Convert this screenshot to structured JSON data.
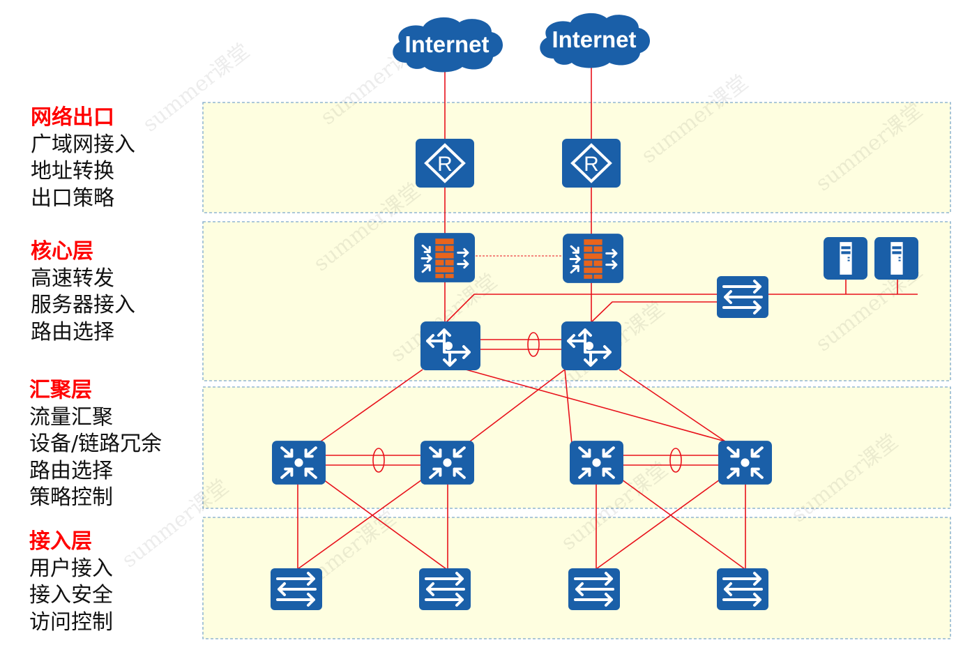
{
  "colors": {
    "device_blue": "#1a5fa8",
    "link_red": "#e8101a",
    "layer_fill": "#fefee0",
    "layer_border": "#7ba7c9",
    "firewall_orange": "#e8641c",
    "heading_red": "#ff0000"
  },
  "layers": [
    {
      "id": "egress",
      "title": "网络出口",
      "functions": [
        "广域网接入",
        "地址转换",
        "出口策略"
      ]
    },
    {
      "id": "core",
      "title": "核心层",
      "functions": [
        "高速转发",
        "服务器接入",
        "路由选择"
      ]
    },
    {
      "id": "distribution",
      "title": "汇聚层",
      "functions": [
        "流量汇聚",
        "设备/链路冗余",
        "路由选择",
        "策略控制"
      ]
    },
    {
      "id": "access",
      "title": "接入层",
      "functions": [
        "用户接入",
        "接入安全",
        "访问控制"
      ]
    }
  ],
  "devices": {
    "clouds": [
      {
        "id": "internet-1",
        "label": "Internet",
        "icon": "cloud-icon"
      },
      {
        "id": "internet-2",
        "label": "Internet",
        "icon": "cloud-icon"
      }
    ],
    "routers": [
      {
        "id": "router-1",
        "icon": "router-icon",
        "glyph": "R"
      },
      {
        "id": "router-2",
        "icon": "router-icon",
        "glyph": "R"
      }
    ],
    "firewalls": [
      {
        "id": "firewall-1",
        "icon": "firewall-icon"
      },
      {
        "id": "firewall-2",
        "icon": "firewall-icon"
      }
    ],
    "core_switches": [
      {
        "id": "core-switch-1",
        "icon": "core-switch-icon"
      },
      {
        "id": "core-switch-2",
        "icon": "core-switch-icon"
      }
    ],
    "server_switch": {
      "id": "server-switch",
      "icon": "switch-icon"
    },
    "servers": [
      {
        "id": "server-1",
        "icon": "server-icon"
      },
      {
        "id": "server-2",
        "icon": "server-icon"
      }
    ],
    "distribution_switches": [
      {
        "id": "dist-switch-1",
        "icon": "aggregation-switch-icon"
      },
      {
        "id": "dist-switch-2",
        "icon": "aggregation-switch-icon"
      },
      {
        "id": "dist-switch-3",
        "icon": "aggregation-switch-icon"
      },
      {
        "id": "dist-switch-4",
        "icon": "aggregation-switch-icon"
      }
    ],
    "access_switches": [
      {
        "id": "access-switch-1",
        "icon": "switch-icon"
      },
      {
        "id": "access-switch-2",
        "icon": "switch-icon"
      },
      {
        "id": "access-switch-3",
        "icon": "switch-icon"
      },
      {
        "id": "access-switch-4",
        "icon": "switch-icon"
      }
    ]
  },
  "links": [
    {
      "from": "internet-1",
      "to": "router-1"
    },
    {
      "from": "internet-2",
      "to": "router-2"
    },
    {
      "from": "router-1",
      "to": "firewall-1"
    },
    {
      "from": "router-2",
      "to": "firewall-2"
    },
    {
      "from": "firewall-1",
      "to": "firewall-2",
      "style": "dashed",
      "note": "heartbeat"
    },
    {
      "from": "firewall-1",
      "to": "core-switch-1"
    },
    {
      "from": "firewall-2",
      "to": "core-switch-2"
    },
    {
      "from": "core-switch-1",
      "to": "core-switch-2",
      "style": "link-aggregation"
    },
    {
      "from": "core-switch-1",
      "to": "server-switch"
    },
    {
      "from": "core-switch-2",
      "to": "server-switch"
    },
    {
      "from": "server-switch",
      "to": "server-1"
    },
    {
      "from": "server-switch",
      "to": "server-2"
    },
    {
      "from": "core-switch-1",
      "to": "dist-switch-1"
    },
    {
      "from": "core-switch-1",
      "to": "dist-switch-4"
    },
    {
      "from": "core-switch-2",
      "to": "dist-switch-2"
    },
    {
      "from": "core-switch-2",
      "to": "dist-switch-4"
    },
    {
      "from": "dist-switch-1",
      "to": "dist-switch-2",
      "style": "link-aggregation"
    },
    {
      "from": "dist-switch-3",
      "to": "dist-switch-4",
      "style": "link-aggregation"
    },
    {
      "from": "dist-switch-1",
      "to": "access-switch-1"
    },
    {
      "from": "dist-switch-1",
      "to": "access-switch-2"
    },
    {
      "from": "dist-switch-2",
      "to": "access-switch-1"
    },
    {
      "from": "dist-switch-2",
      "to": "access-switch-2"
    },
    {
      "from": "dist-switch-3",
      "to": "access-switch-3"
    },
    {
      "from": "dist-switch-3",
      "to": "access-switch-4"
    },
    {
      "from": "dist-switch-4",
      "to": "access-switch-3"
    },
    {
      "from": "dist-switch-4",
      "to": "access-switch-4"
    }
  ],
  "watermark": "summer课堂"
}
